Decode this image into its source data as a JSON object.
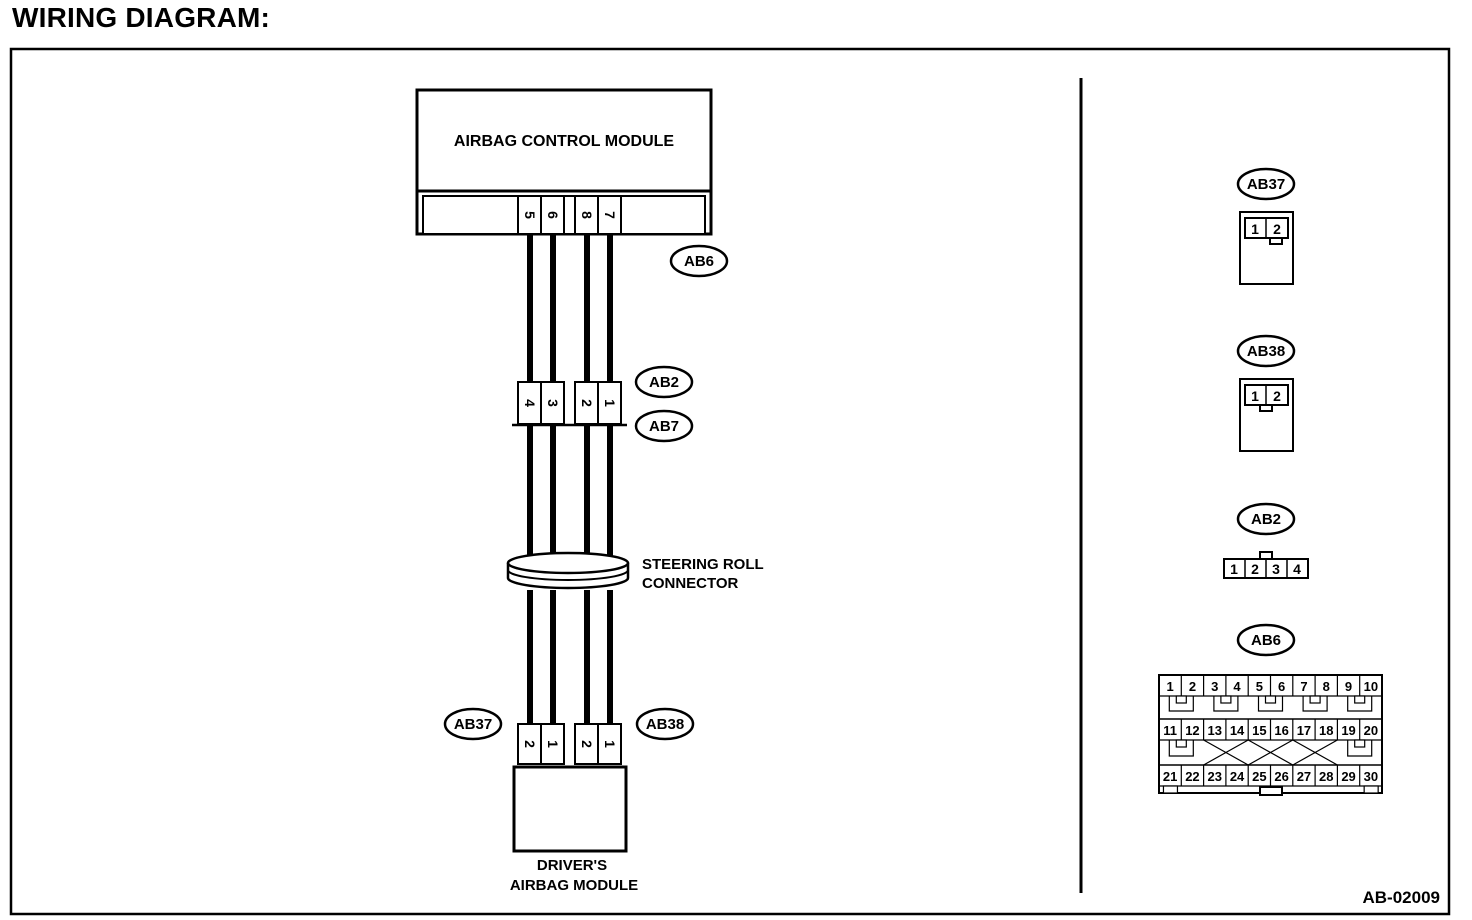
{
  "header": {
    "title": "WIRING DIAGRAM:"
  },
  "footer": {
    "ref_code": "AB-02009"
  },
  "components": {
    "control_module": "AIRBAG CONTROL MODULE",
    "steering_roll": [
      "STEERING ROLL",
      "CONNECTOR"
    ],
    "driver_module": [
      "DRIVER'S",
      "AIRBAG MODULE"
    ]
  },
  "tags": {
    "ab6": "AB6",
    "ab2": "AB2",
    "ab7": "AB7",
    "ab37": "AB37",
    "ab38": "AB38"
  },
  "pins": {
    "ab6": [
      "5",
      "6",
      "8",
      "7"
    ],
    "ab2": [
      "4",
      "3",
      "2",
      "1"
    ],
    "ab37": [
      "2",
      "1"
    ],
    "ab38": [
      "2",
      "1"
    ]
  },
  "connector_views": {
    "ab37": {
      "label": "AB37",
      "pins": [
        "1",
        "2"
      ]
    },
    "ab38": {
      "label": "AB38",
      "pins": [
        "1",
        "2"
      ]
    },
    "ab2": {
      "label": "AB2",
      "pins": [
        "1",
        "2",
        "3",
        "4"
      ]
    },
    "ab6": {
      "label": "AB6",
      "rows": [
        [
          "1",
          "2",
          "3",
          "4",
          "5",
          "6",
          "7",
          "8",
          "9",
          "10"
        ],
        [
          "11",
          "12",
          "13",
          "14",
          "15",
          "16",
          "17",
          "18",
          "19",
          "20"
        ],
        [
          "21",
          "22",
          "23",
          "24",
          "25",
          "26",
          "27",
          "28",
          "29",
          "30"
        ]
      ]
    }
  }
}
